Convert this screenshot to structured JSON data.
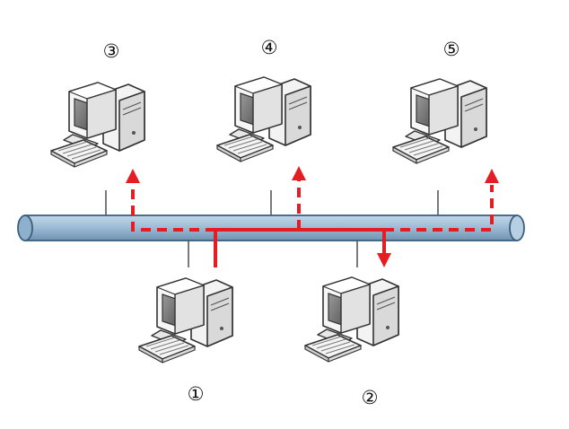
{
  "nodes": [
    {
      "id": "pc-1",
      "label": "①",
      "side": "bottom"
    },
    {
      "id": "pc-2",
      "label": "②",
      "side": "bottom"
    },
    {
      "id": "pc-3",
      "label": "③",
      "side": "top"
    },
    {
      "id": "pc-4",
      "label": "④",
      "side": "top"
    },
    {
      "id": "pc-5",
      "label": "⑤",
      "side": "top"
    }
  ],
  "colors": {
    "bus_fill": "#9fbdd6",
    "bus_stroke": "#3b5f7e",
    "signal": "#e51d23",
    "computer_body": "#eeeeee",
    "computer_outline": "#333333",
    "screen": "#7d7d7d"
  },
  "signal": {
    "source": "pc-1",
    "destination": "pc-2",
    "broadcast_to": [
      "pc-3",
      "pc-4",
      "pc-5"
    ]
  }
}
